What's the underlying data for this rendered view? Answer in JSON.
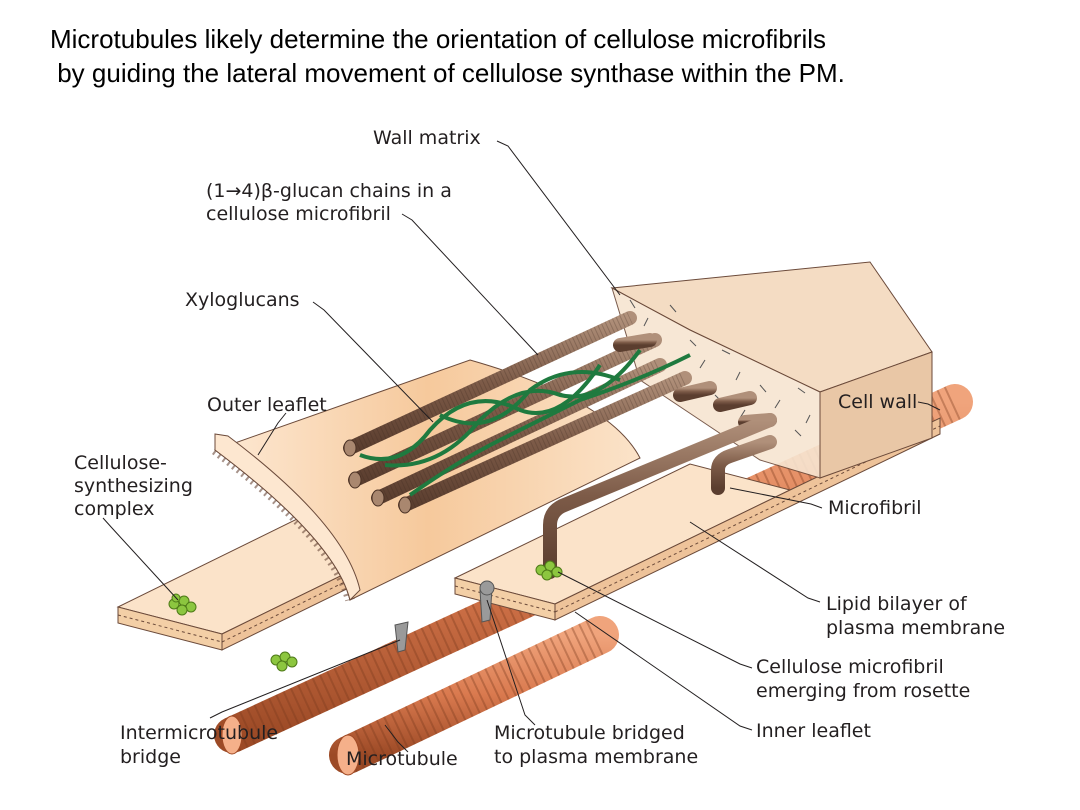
{
  "title": {
    "line1": "Microtubules likely determine the orientation of cellulose microfibrils",
    "line2": " by guiding the lateral movement of cellulose synthase within the PM."
  },
  "labels": {
    "wall_matrix": "Wall matrix",
    "glucan_1": "(1→4)β-glucan chains in a",
    "glucan_2": "cellulose microfibril",
    "xyloglucans": "Xyloglucans",
    "outer_leaflet": "Outer leaflet",
    "complex_1": "Cellulose-",
    "complex_2": "synthesizing",
    "complex_3": "complex",
    "cell_wall": "Cell wall",
    "microfibril": "Microfibril",
    "lipid_1": "Lipid bilayer of",
    "lipid_2": "plasma membrane",
    "emerging_1": "Cellulose microfibril",
    "emerging_2": "emerging from rosette",
    "inner_leaflet": "Inner leaflet",
    "bridge_1": "Intermicrotubule",
    "bridge_2": "bridge",
    "microtubule": "Microtubule",
    "bridged_1": "Microtubule bridged",
    "bridged_2": "to plasma membrane"
  },
  "colors": {
    "membrane": "#fbe3c9",
    "wall_block": "#f2d7bd",
    "microfibril": "#8c6b58",
    "xyloglucan": "#1f7a3f",
    "microtubule": "#d9794e",
    "synthase": "#8cc63f",
    "bridge": "#9a9a9a"
  }
}
